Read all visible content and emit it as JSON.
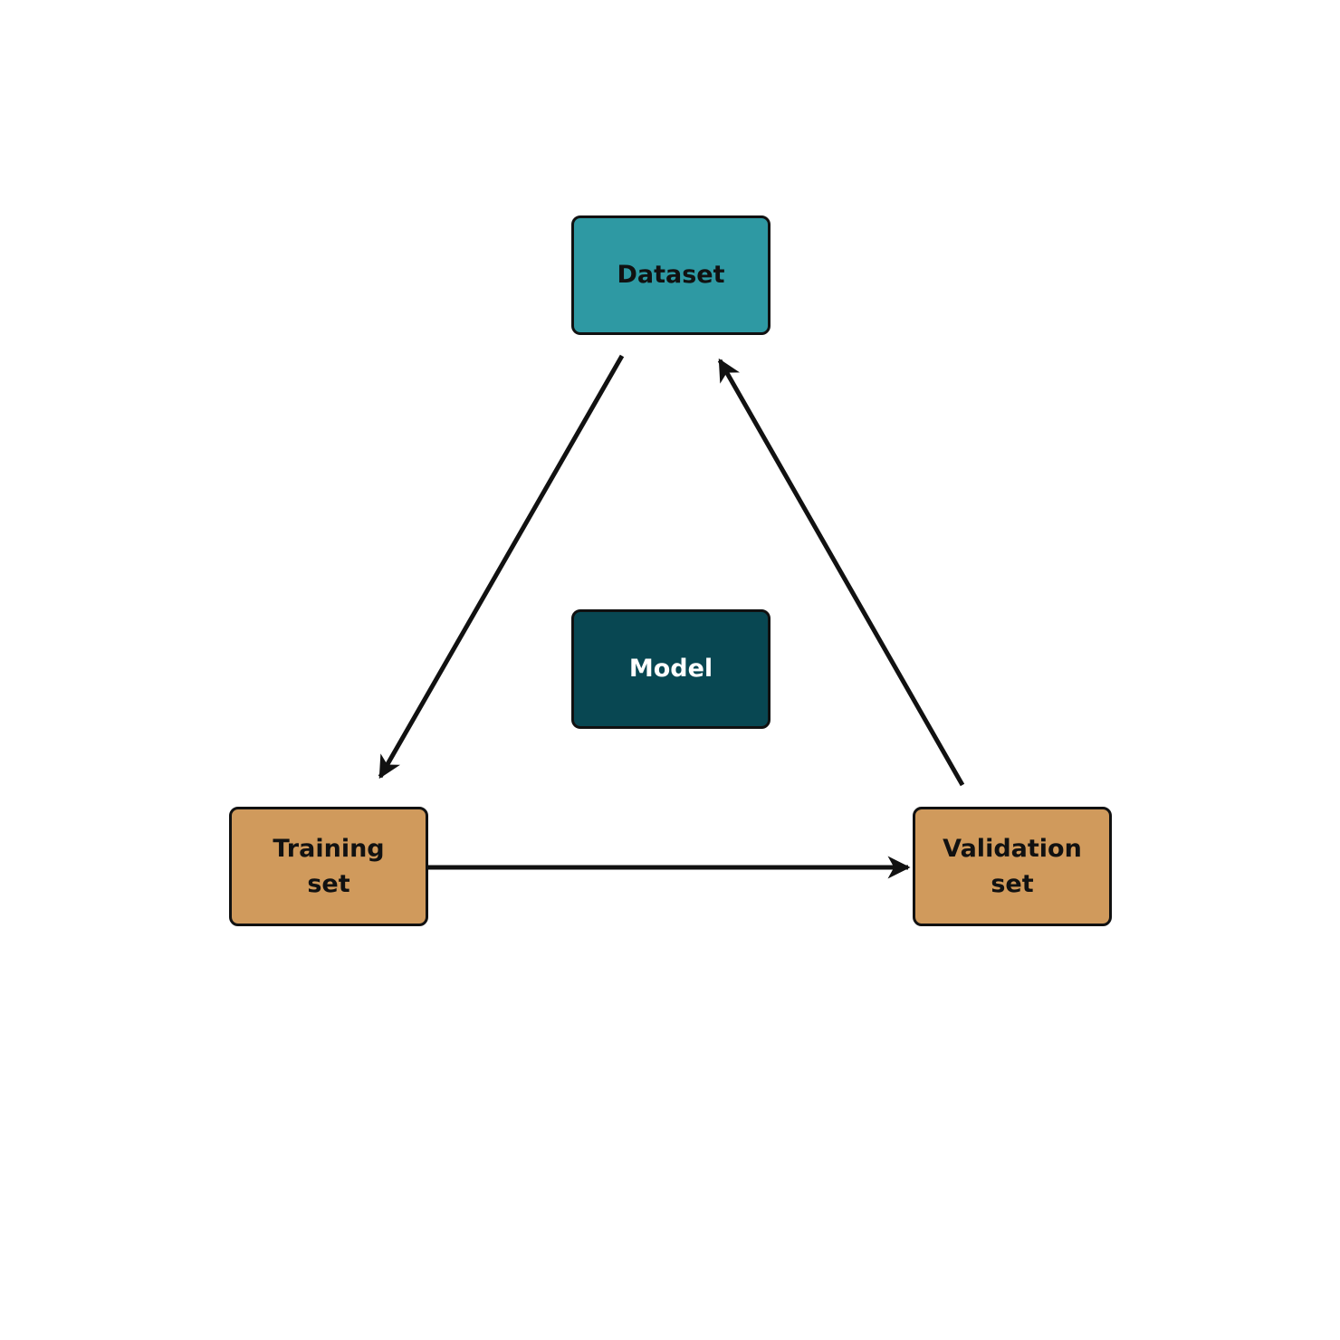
{
  "diagram": {
    "background_color": "#ffffff",
    "outline_color": "#111111",
    "arrow_color": "#111111",
    "nodes": {
      "dataset": {
        "label": "Dataset",
        "fill": "#2E99A3",
        "text_color": "#111111"
      },
      "model": {
        "label": "Model",
        "fill": "#084752",
        "text_color": "#ffffff"
      },
      "training": {
        "label": "Training\nset",
        "fill": "#D09A5C",
        "text_color": "#111111"
      },
      "validation": {
        "label": "Validation\nset",
        "fill": "#D09A5C",
        "text_color": "#111111"
      }
    },
    "edges": [
      {
        "name": "dataset-to-training",
        "from": "Dataset",
        "to": "Training set"
      },
      {
        "name": "training-to-validation",
        "from": "Training set",
        "to": "Validation set"
      },
      {
        "name": "validation-to-dataset",
        "from": "Validation set",
        "to": "Dataset"
      }
    ]
  }
}
